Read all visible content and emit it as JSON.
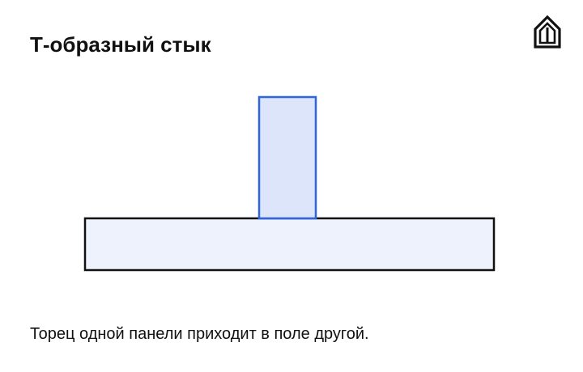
{
  "header": {
    "title": "Т-образный стык",
    "logo_icon": "house-brand-icon"
  },
  "diagram": {
    "base_panel": {
      "icon": "horizontal-panel",
      "fill": "#eef2fd",
      "stroke": "#111111"
    },
    "abutting_panel": {
      "icon": "vertical-panel",
      "fill": "#dde5fb",
      "stroke": "#2f63e6"
    }
  },
  "caption": "Торец одной панели приходит в поле другой."
}
